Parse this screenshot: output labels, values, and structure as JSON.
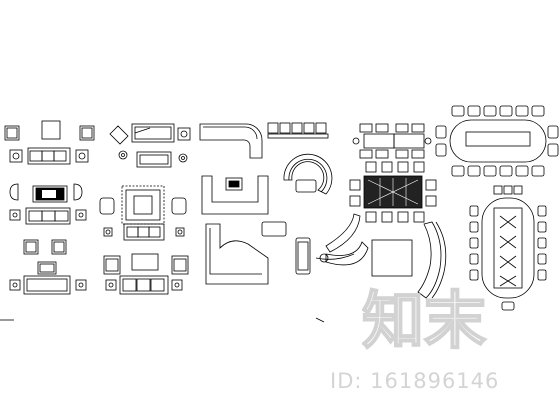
{
  "sheet": {
    "background": "#ffffff",
    "line_color": "#000000"
  },
  "watermark": {
    "brand_text": "知末",
    "brand_color": "#d2d2d2",
    "id_prefix": "ID:",
    "id_number": "161896146",
    "id_color": "#d4d4d4"
  },
  "groups": [
    {
      "key": "living-set-a",
      "label": ""
    },
    {
      "key": "living-set-b",
      "label": ""
    },
    {
      "key": "sectional-sofas",
      "label": ""
    },
    {
      "key": "round-sofas",
      "label": ""
    },
    {
      "key": "dining-tables",
      "label": ""
    },
    {
      "key": "conference-tables",
      "label": ""
    }
  ]
}
